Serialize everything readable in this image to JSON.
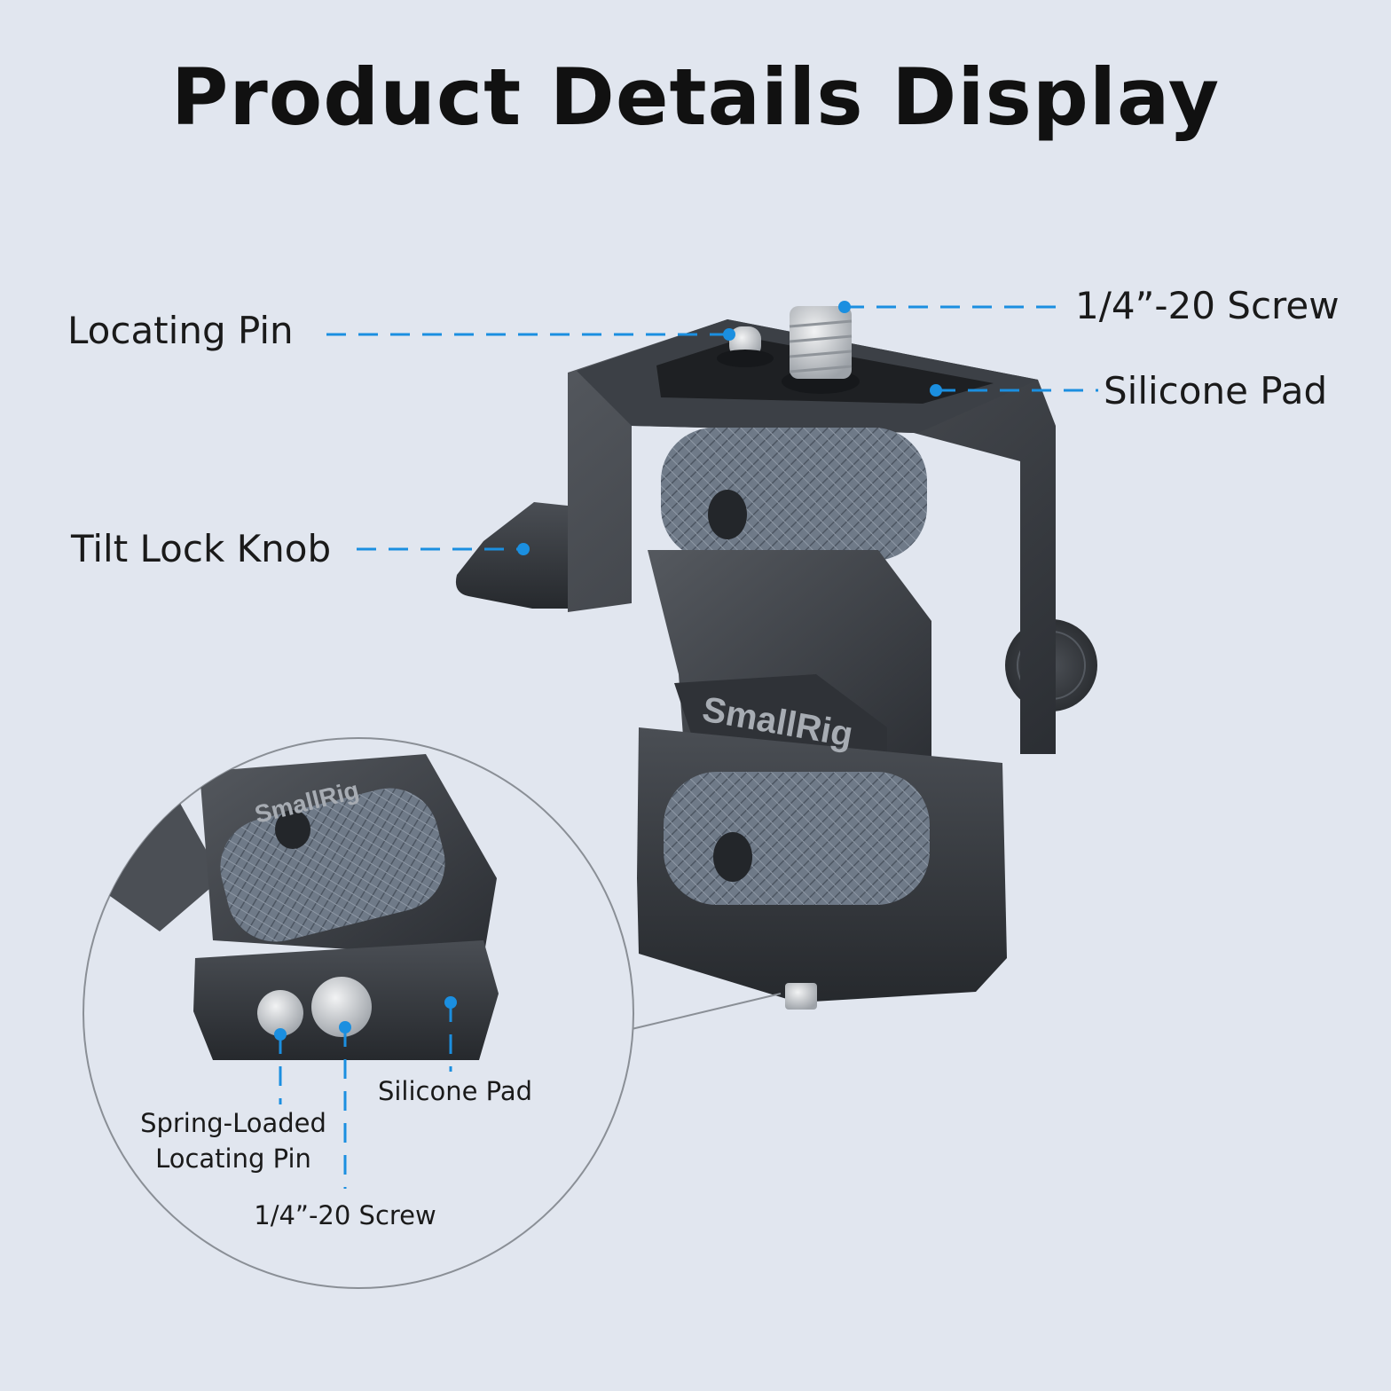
{
  "header": {
    "title": "Product Details Display"
  },
  "callouts": {
    "locating_pin": "Locating  Pin",
    "screw_top": "1/4”-20 Screw",
    "silicone_pad_top": "Silicone Pad",
    "tilt_lock_knob": "Tilt Lock Knob",
    "spring_pin_line1": "Spring-Loaded",
    "spring_pin_line2": "Locating Pin",
    "silicone_pad_bottom": "Silicone Pad",
    "screw_bottom": "1/4”-20 Screw"
  },
  "product": {
    "brand_engraving": "SmallRig"
  },
  "colors": {
    "background": "#e1e6ef",
    "accent": "#1b8fe0",
    "metal_dark": "#3a3d42",
    "knurl": "#6f7a88"
  }
}
